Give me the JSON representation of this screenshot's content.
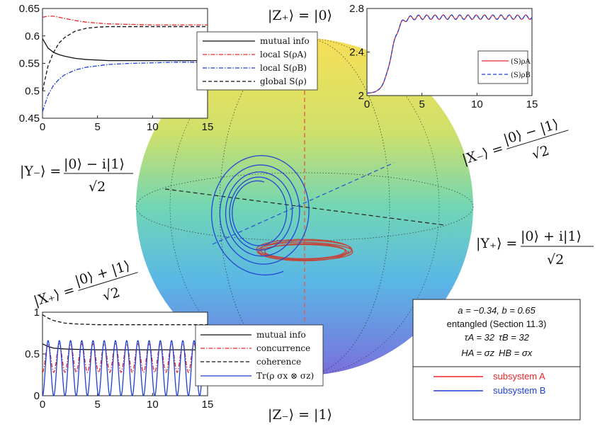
{
  "colors": {
    "red": "#e8262a",
    "blue": "#1d3fd8",
    "black": "#111111",
    "sphere_top": "#f5e05a",
    "sphere_mid": "#5cd3c2",
    "sphere_bottom": "#7a73e0"
  },
  "sphere_labels": {
    "z_plus": "|Z₊⟩ = |0⟩",
    "z_minus": "|Z₋⟩ = |1⟩",
    "x_minus_left": "|X₋⟩ =",
    "x_minus_num": "|0⟩ − |1⟩",
    "y_minus_left": "|Y₋⟩ =",
    "y_minus_num": "|0⟩ − i|1⟩",
    "y_plus_left": "|Y₊⟩ =",
    "y_plus_num": "|0⟩ + i|1⟩",
    "x_plus_left": "|X₊⟩ =",
    "x_plus_num": "|0⟩ + |1⟩",
    "sqrt2": "√2"
  },
  "info_box": {
    "line1": "a = −0.34, b = 0.65",
    "line2": "entangled (Section 11.3)",
    "tau_a": "τA = 32",
    "tau_b": "τB = 32",
    "h_a": "HA = σz",
    "h_b": "HB = σx",
    "legend_a": "subsystem A",
    "legend_b": "subsystem B"
  },
  "chart_data": [
    {
      "type": "line",
      "panel": "top-left",
      "xlim": [
        0,
        15
      ],
      "ylim": [
        0.45,
        0.65
      ],
      "xticks": [
        "0",
        "5",
        "10",
        "15"
      ],
      "yticks": [
        "0.45",
        "0.5",
        "0.55",
        "0.6",
        "0.65"
      ],
      "legend_position": "right",
      "series": [
        {
          "name": "mutual info",
          "style": "solid",
          "color": "#111111",
          "x": [
            0,
            0.5,
            1,
            1.5,
            2,
            3,
            4,
            6,
            8,
            10,
            12,
            15
          ],
          "y": [
            0.595,
            0.578,
            0.57,
            0.566,
            0.563,
            0.559,
            0.557,
            0.555,
            0.555,
            0.555,
            0.555,
            0.555
          ]
        },
        {
          "name": "local S(ρA)",
          "style": "dashdot",
          "color": "#e8262a",
          "x": [
            0,
            0.5,
            1,
            1.5,
            2,
            3,
            4,
            6,
            8,
            10,
            12,
            15
          ],
          "y": [
            0.634,
            0.636,
            0.636,
            0.634,
            0.632,
            0.628,
            0.625,
            0.622,
            0.621,
            0.62,
            0.62,
            0.62
          ]
        },
        {
          "name": "local S(ρB)",
          "style": "dashdot",
          "color": "#1d3fd8",
          "x": [
            0,
            0.5,
            1,
            1.5,
            2,
            3,
            4,
            6,
            8,
            10,
            12,
            15
          ],
          "y": [
            0.462,
            0.492,
            0.51,
            0.521,
            0.529,
            0.538,
            0.543,
            0.548,
            0.55,
            0.551,
            0.552,
            0.552
          ]
        },
        {
          "name": "global S(ρ)",
          "style": "dashed",
          "color": "#111111",
          "x": [
            0,
            0.5,
            1,
            1.5,
            2,
            3,
            4,
            5,
            6,
            8,
            10,
            15
          ],
          "y": [
            0.5,
            0.545,
            0.57,
            0.587,
            0.597,
            0.609,
            0.614,
            0.616,
            0.617,
            0.617,
            0.617,
            0.617
          ]
        }
      ]
    },
    {
      "type": "line",
      "panel": "top-right",
      "xlim": [
        0,
        15
      ],
      "ylim": [
        2.0,
        2.8
      ],
      "xticks": [
        "0",
        "5",
        "10",
        "15"
      ],
      "yticks": [
        "2",
        "2.4",
        "2.8"
      ],
      "legend_position": "bottom-right",
      "series": [
        {
          "name": "(S)ρA",
          "style": "solid",
          "color": "#e8262a",
          "model": "rise-then-oscillate",
          "start": 2.02,
          "plateau": 2.72,
          "osc_amplitude": 0.02,
          "osc_period": 0.75
        },
        {
          "name": "(S)ρB",
          "style": "dashed",
          "color": "#1d3fd8",
          "model": "rise-then-oscillate",
          "start": 2.02,
          "plateau": 2.72,
          "osc_amplitude": 0.02,
          "osc_period": 0.75
        }
      ]
    },
    {
      "type": "line",
      "panel": "bottom-left",
      "xlim": [
        0,
        15
      ],
      "ylim": [
        0,
        1
      ],
      "xticks": [
        "0",
        "5",
        "10",
        "15"
      ],
      "yticks": [
        "0",
        "0.5",
        "1"
      ],
      "legend_position": "right",
      "series": [
        {
          "name": "mutual info",
          "style": "solid",
          "color": "#111111",
          "x": [
            0,
            0.5,
            1,
            2,
            3,
            5,
            15
          ],
          "y": [
            0.62,
            0.59,
            0.57,
            0.56,
            0.555,
            0.55,
            0.55
          ]
        },
        {
          "name": "concurrence",
          "style": "dashdot",
          "color": "#e8262a",
          "model": "oscillation",
          "center": 0.45,
          "amplitude": 0.17,
          "period": 1.02
        },
        {
          "name": "coherence",
          "style": "dashed",
          "color": "#111111",
          "x": [
            0,
            0.5,
            1,
            2,
            3,
            5,
            15
          ],
          "y": [
            0.97,
            0.93,
            0.9,
            0.87,
            0.86,
            0.85,
            0.85
          ]
        },
        {
          "name": "Tr(ρ σx ⊗ σz)",
          "style": "solid",
          "color": "#1d3fd8",
          "model": "oscillation",
          "center": 0.33,
          "amplitude": 0.33,
          "period": 1.02
        }
      ]
    }
  ]
}
